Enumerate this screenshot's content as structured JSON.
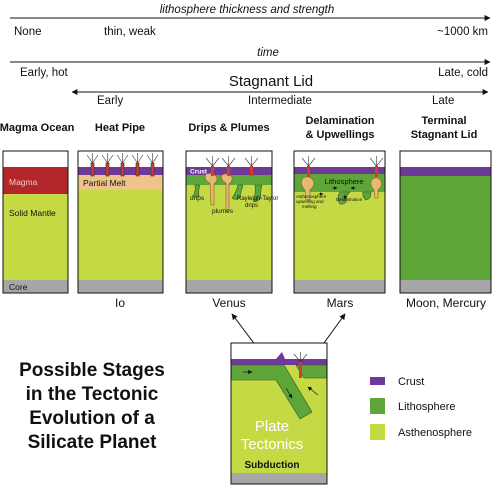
{
  "colors": {
    "crust": "#6e3a98",
    "lithosphere": "#5ea53a",
    "asthenosphere": "#c4d943",
    "core": "#a6a6a6",
    "magma": "#b3262a",
    "partial_melt": "#efc38a",
    "plume": "#e6b870",
    "plume_red": "#d53a2a"
  },
  "axes": {
    "thickness": {
      "label": "lithosphere thickness and strength",
      "left": "None",
      "mid": "thin, weak",
      "right": "~1000 km"
    },
    "time": {
      "label": "time",
      "left": "Early, hot",
      "right": "Late, cold"
    },
    "stagnant_lid": {
      "label": "Stagnant Lid",
      "early": "Early",
      "intermediate": "Intermediate",
      "late": "Late"
    }
  },
  "stages": [
    {
      "title": "Magma Ocean",
      "example": ""
    },
    {
      "title": "Heat Pipe",
      "example": "Io"
    },
    {
      "title": "Drips & Plumes",
      "example": "Venus"
    },
    {
      "title_line1": "Delamination",
      "title_line2": "& Upwellings",
      "example": "Mars"
    },
    {
      "title_line1": "Terminal",
      "title_line2": "Stagnant Lid",
      "example": "Moon, Mercury"
    }
  ],
  "panel_labels": {
    "magma": "Magma",
    "solid_mantle": "Solid Mantle",
    "core": "Core",
    "partial_melt": "Partial Melt",
    "crust": "Crust",
    "drips": "drips",
    "plumes": "plumes",
    "rt_drips_1": "Rayleigh-Taylor",
    "rt_drips_2": "drips",
    "lithosphere": "Lithosphere",
    "asth_upwelling_1": "Asthenosphere",
    "asth_upwelling_2": "upwelling and",
    "asth_upwelling_3": "melting",
    "delamination": "Delamination"
  },
  "main_title": [
    "Possible Stages",
    "in the Tectonic",
    "Evolution of a",
    "Silicate Planet"
  ],
  "plate_tectonics": {
    "line1": "Plate",
    "line2": "Tectonics",
    "label": "Subduction"
  },
  "legend": [
    {
      "label": "Crust",
      "color_key": "crust"
    },
    {
      "label": "Lithosphere",
      "color_key": "lithosphere"
    },
    {
      "label": "Asthenosphere",
      "color_key": "asthenosphere"
    }
  ]
}
